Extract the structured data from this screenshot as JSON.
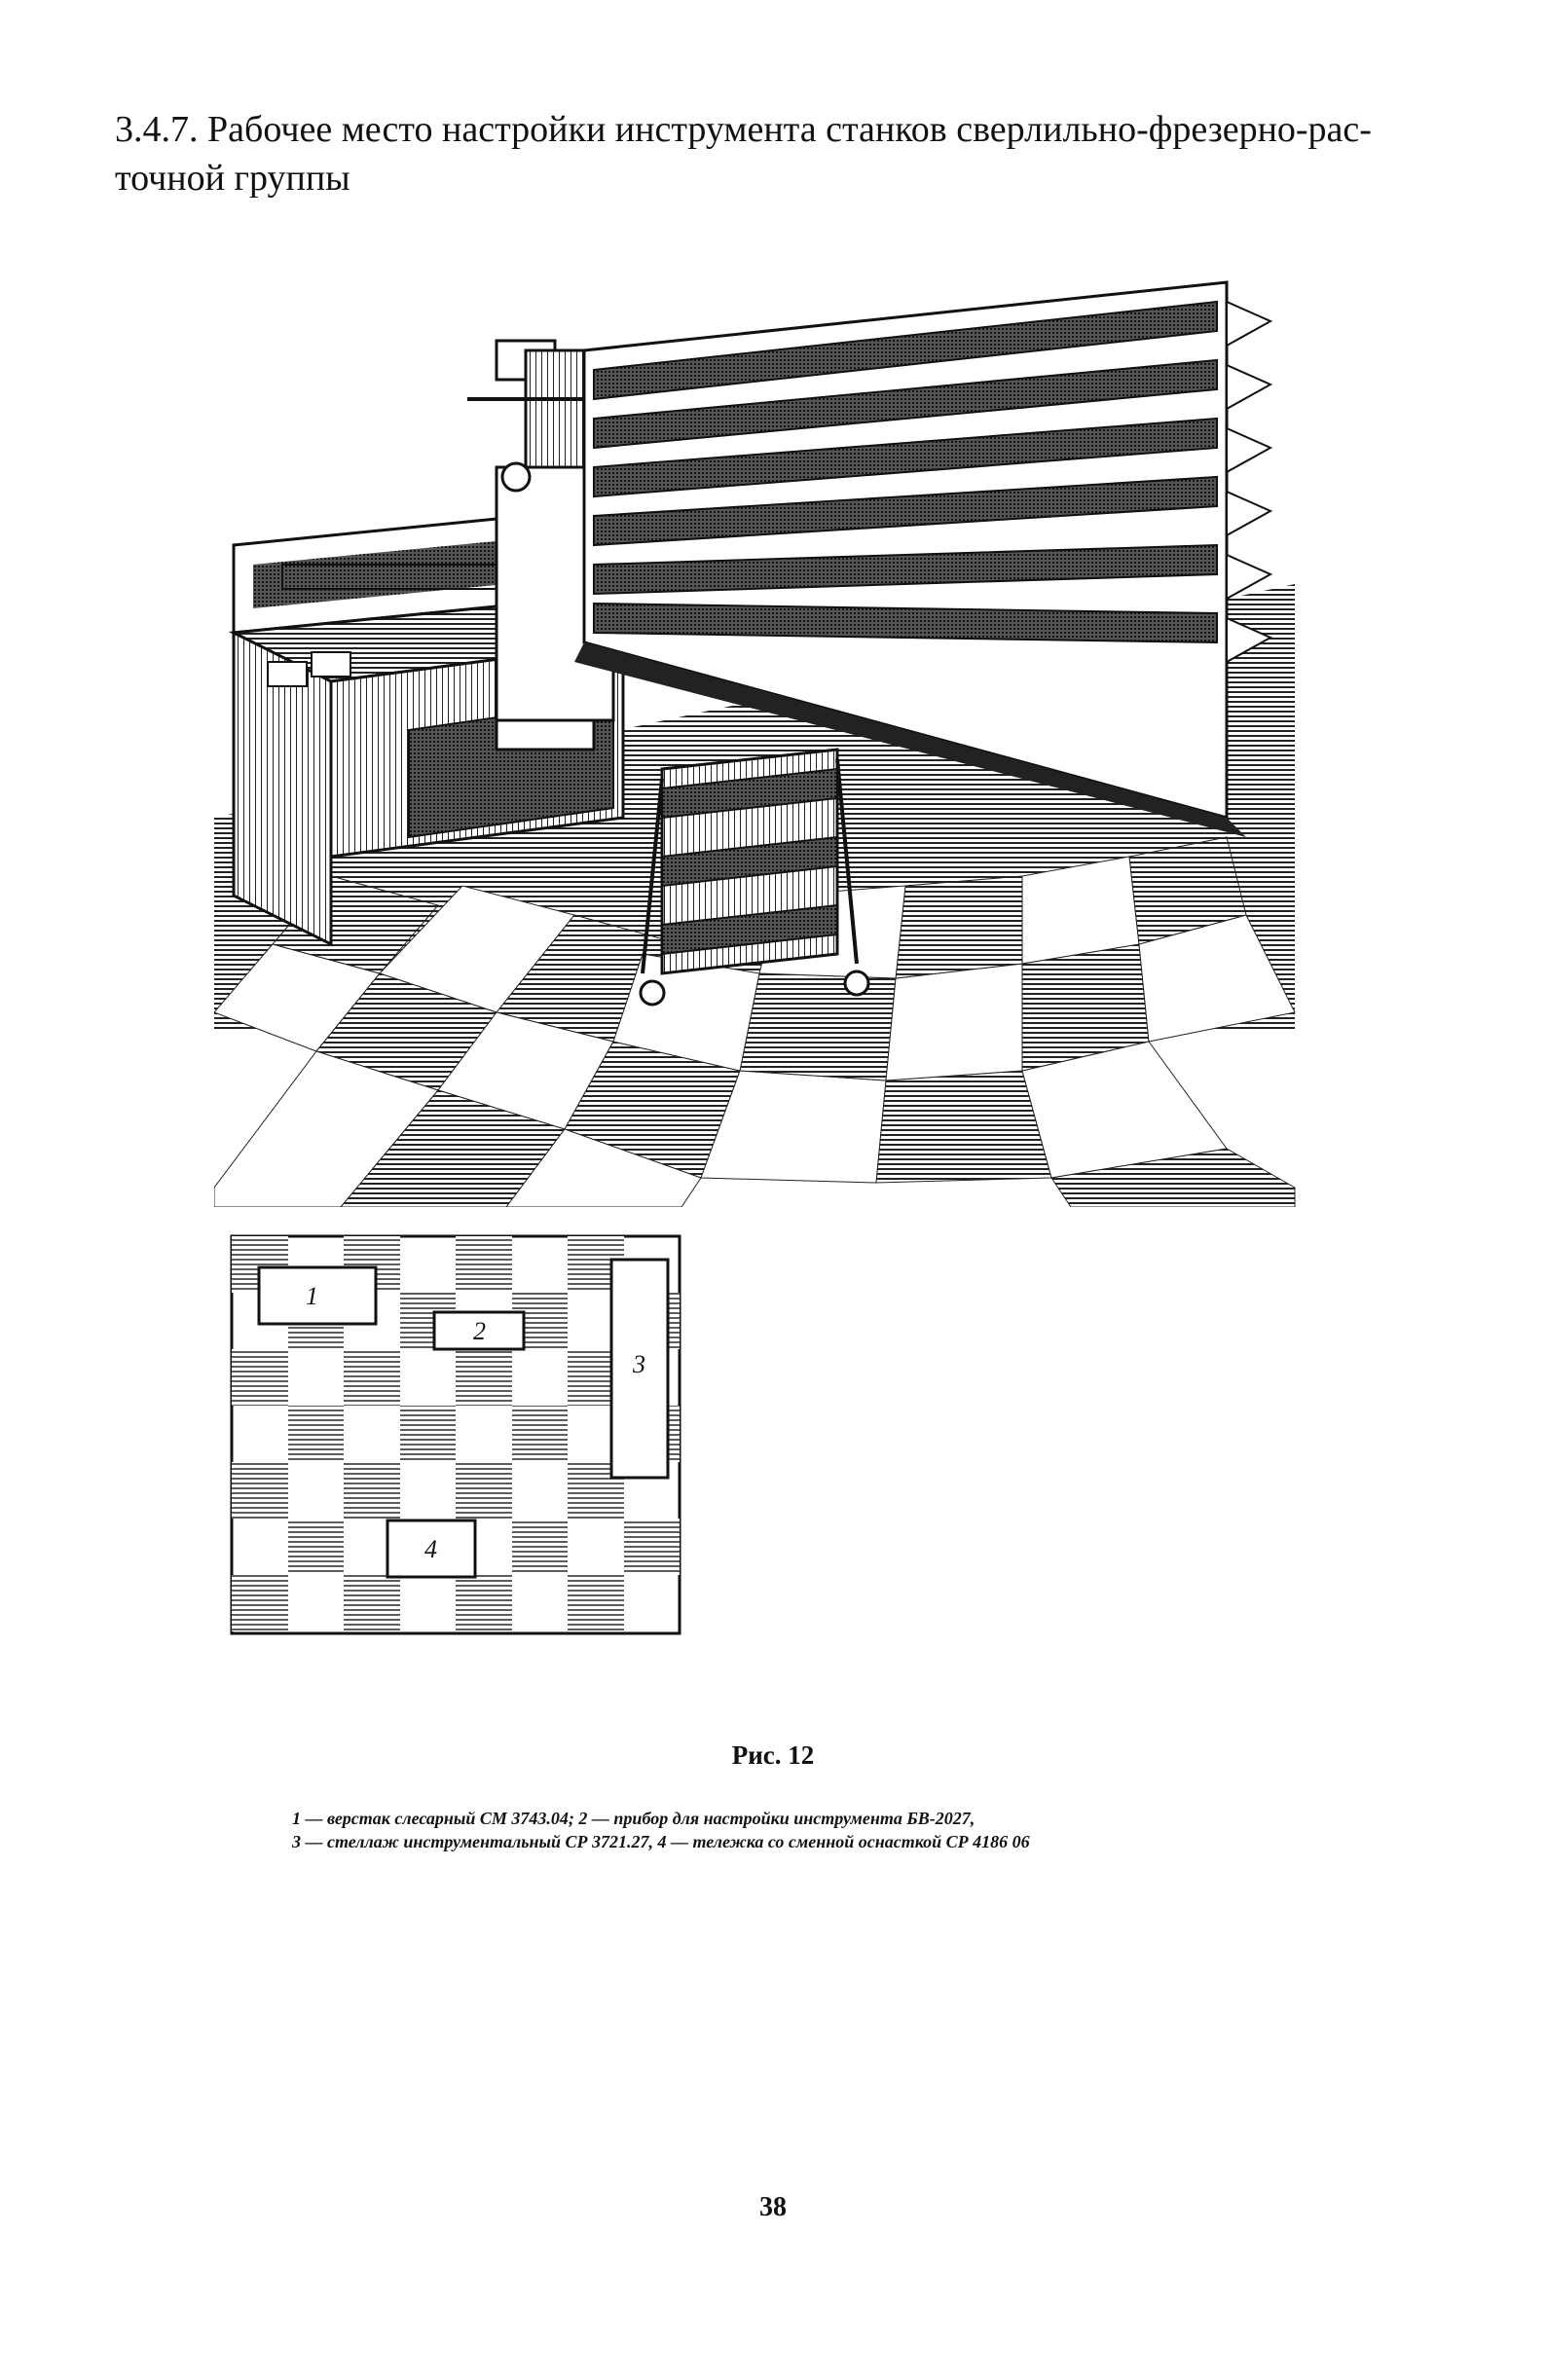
{
  "section": {
    "heading_line1": "3.4.7. Рабочее место настройки инструмента станков сверлильно-фрезерно-рас-",
    "heading_line2": "точной группы"
  },
  "plan": {
    "labels": [
      "1",
      "2",
      "3",
      "4"
    ]
  },
  "figure": {
    "caption": "Рис. 12",
    "legend_line1": "1 — верстак слесарный СМ 3743.04; 2 — прибор для настройки инструмента БВ-2027,",
    "legend_line2": "3 — стеллаж инструментальный СР 3721.27, 4 — тележка со сменной оснасткой СР 4186 06"
  },
  "page": {
    "number": "38"
  }
}
